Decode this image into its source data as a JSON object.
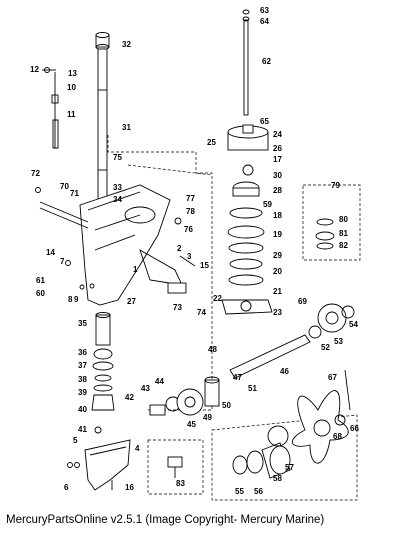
{
  "caption": "MercuryPartsOnline v2.5.1 (Image Copyright- Mercury Marine)",
  "callouts": [
    "1",
    "2",
    "3",
    "4",
    "5",
    "6",
    "7",
    "8",
    "9",
    "10",
    "11",
    "12",
    "13",
    "14",
    "15",
    "16",
    "17",
    "18",
    "19",
    "20",
    "21",
    "22",
    "23",
    "24",
    "25",
    "26",
    "27",
    "28",
    "29",
    "30",
    "31",
    "32",
    "33",
    "34",
    "35",
    "36",
    "37",
    "38",
    "39",
    "40",
    "41",
    "42",
    "43",
    "44",
    "45",
    "46",
    "47",
    "48",
    "49",
    "50",
    "51",
    "52",
    "53",
    "54",
    "55",
    "56",
    "57",
    "58",
    "59",
    "60",
    "61",
    "62",
    "63",
    "64",
    "65",
    "66",
    "67",
    "68",
    "69",
    "70",
    "71",
    "72",
    "73",
    "74",
    "75",
    "76",
    "77",
    "78",
    "79",
    "80",
    "81",
    "82",
    "83"
  ]
}
